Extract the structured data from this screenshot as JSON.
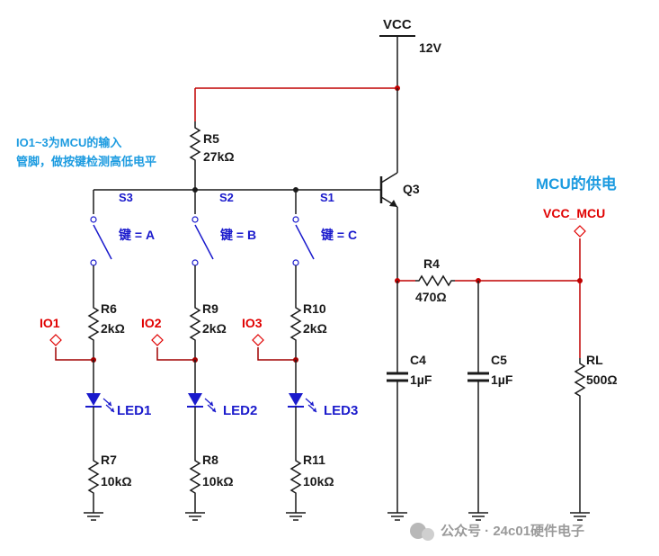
{
  "colors": {
    "wire_red": "#c00000",
    "wire_black": "#1a1a1a",
    "switch_blue": "#1a1acc",
    "note_cyan": "#1c9be0",
    "io_red": "#e00000",
    "wire_dark_red": "#a00000"
  },
  "note": {
    "line1": "IO1~3为MCU的输入",
    "line2": "管脚，做按键检测高低电平"
  },
  "supply": {
    "name": "VCC",
    "voltage": "12V"
  },
  "transistor": {
    "ref": "Q3"
  },
  "mcu_power": {
    "title": "MCU的供电",
    "net": "VCC_MCU"
  },
  "switches": [
    {
      "ref": "S3",
      "label": "键 = A"
    },
    {
      "ref": "S2",
      "label": "键 = B"
    },
    {
      "ref": "S1",
      "label": "键 = C"
    }
  ],
  "resistors": {
    "R5": {
      "ref": "R5",
      "value": "27kΩ"
    },
    "R6": {
      "ref": "R6",
      "value": "2kΩ"
    },
    "R9": {
      "ref": "R9",
      "value": "2kΩ"
    },
    "R10": {
      "ref": "R10",
      "value": "2kΩ"
    },
    "R7": {
      "ref": "R7",
      "value": "10kΩ"
    },
    "R8": {
      "ref": "R8",
      "value": "10kΩ"
    },
    "R11": {
      "ref": "R11",
      "value": "10kΩ"
    },
    "R4": {
      "ref": "R4",
      "value": "470Ω"
    },
    "RL": {
      "ref": "RL",
      "value": "500Ω"
    }
  },
  "capacitors": {
    "C4": {
      "ref": "C4",
      "value": "1µF"
    },
    "C5": {
      "ref": "C5",
      "value": "1µF"
    }
  },
  "io_pins": [
    "IO1",
    "IO2",
    "IO3"
  ],
  "leds": [
    "LED1",
    "LED2",
    "LED3"
  ],
  "watermark": "公众号 · 24c01硬件电子"
}
